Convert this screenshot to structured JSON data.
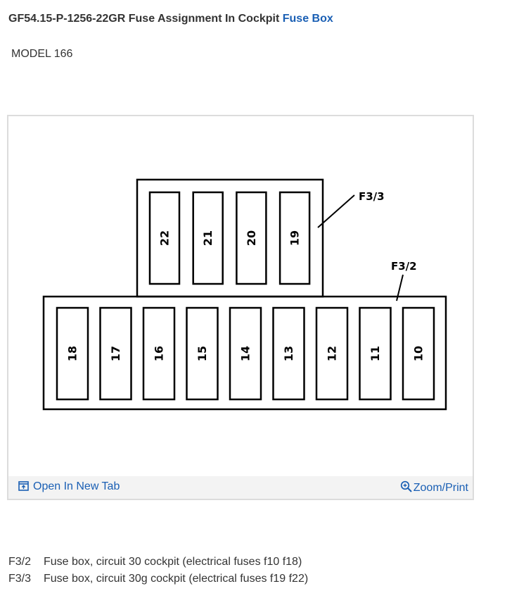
{
  "header": {
    "title_text": "GF54.15-P-1256-22GR Fuse Assignment In Cockpit",
    "title_link": "Fuse Box"
  },
  "model": "MODEL 166",
  "diagram": {
    "top_fuses": [
      "22",
      "21",
      "20",
      "19"
    ],
    "bottom_fuses": [
      "18",
      "17",
      "16",
      "15",
      "14",
      "13",
      "12",
      "11",
      "10"
    ],
    "callouts": {
      "f3_3": "F3/3",
      "f3_2": "F3/2"
    }
  },
  "toolbar": {
    "open_tab_label": "Open In New Tab",
    "open_tab_icon": "open-in-new-tab-icon",
    "zoom_label": "Zoom/Print",
    "zoom_icon": "zoom-icon"
  },
  "legend": [
    {
      "code": "F3/2",
      "text": "Fuse box, circuit 30 cockpit (electrical fuses f10 f18)"
    },
    {
      "code": "F3/3",
      "text": "Fuse box, circuit 30g cockpit (electrical fuses f19 f22)"
    }
  ],
  "colors": {
    "link": "#1a5fb4",
    "toolbar_bg": "#f3f3f3",
    "frame_border": "#dcdcdc"
  }
}
